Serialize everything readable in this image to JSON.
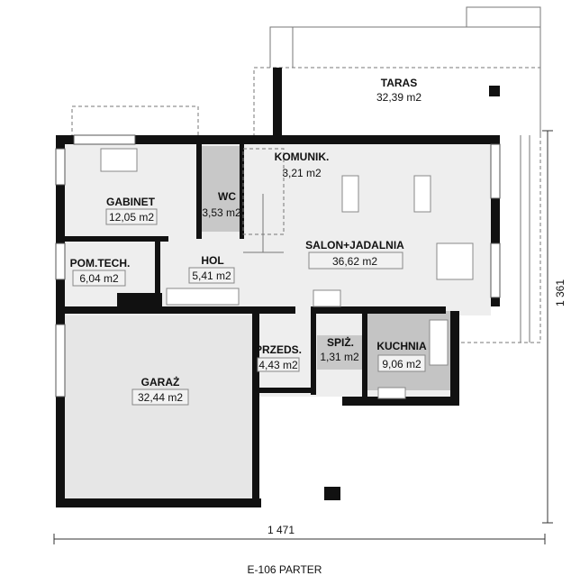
{
  "title": "E-106 PARTER",
  "dimensions": {
    "width": "1 471",
    "depth": "1 361"
  },
  "rooms": [
    {
      "name": "TARAS",
      "area": "32,39 m2"
    },
    {
      "name": "GABINET",
      "area": "12,05 m2"
    },
    {
      "name": "WC",
      "area": "3,53 m2"
    },
    {
      "name": "KOMUNIK.",
      "area": "3,21 m2"
    },
    {
      "name": "SALON+JADALNIA",
      "area": "36,62 m2"
    },
    {
      "name": "POM.TECH.",
      "area": "6,04 m2"
    },
    {
      "name": "HOL",
      "area": "5,41 m2"
    },
    {
      "name": "GARAŻ",
      "area": "32,44 m2"
    },
    {
      "name": "PRZEDS.",
      "area": "4,43 m2"
    },
    {
      "name": "SPIŻ.",
      "area": "1,31 m2"
    },
    {
      "name": "KUCHNIA",
      "area": "9,06 m2"
    }
  ],
  "colors": {
    "wall": "#111111",
    "floor": "#eeeeee",
    "wet_room": "#c8c8c8"
  }
}
